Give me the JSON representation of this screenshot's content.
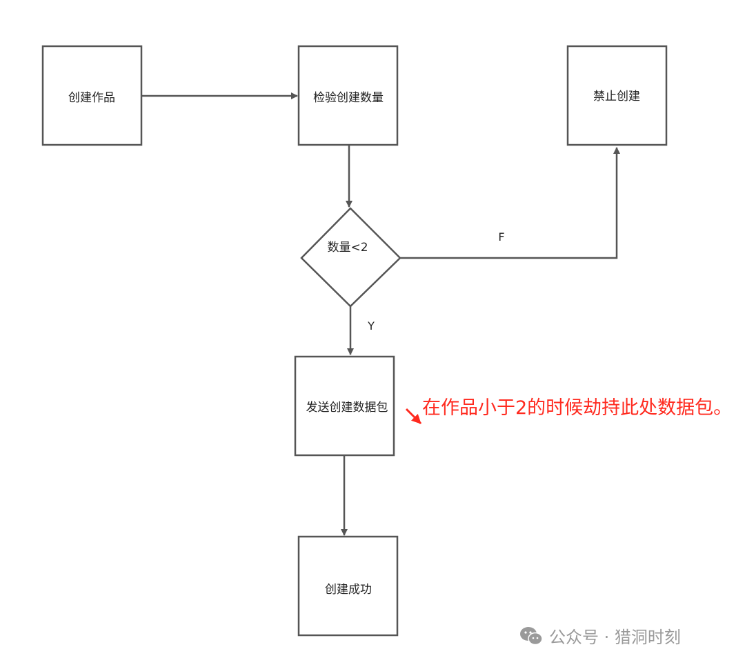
{
  "nodes": {
    "create_work": "创建作品",
    "check_count": "检验创建数量",
    "forbid_create": "禁止创建",
    "decision": "数量<2",
    "send_packet": "发送创建数据包",
    "create_success": "创建成功"
  },
  "edges": {
    "false_label": "F",
    "true_label": "Y"
  },
  "annotation": "在作品小于2的时候劫持此处数据包。",
  "watermark": {
    "text": "公众号 · 猎洞时刻",
    "icon": "wechat-icon"
  },
  "colors": {
    "stroke": "#555555",
    "annotation": "#ff2a1f",
    "watermark": "#9a9a9a"
  }
}
